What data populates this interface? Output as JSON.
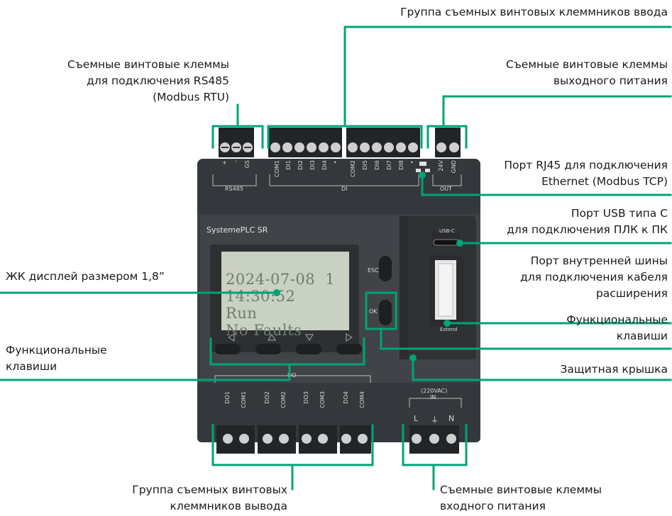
{
  "annotations": {
    "input_group": "Группа съемных винтовых клеммников ввода",
    "rs485": [
      "Съемные винтовые клеммы",
      "для подключения RS485",
      "(Modbus RTU)"
    ],
    "output_power": [
      "Съемные винтовые клеммы",
      "выходного питания"
    ],
    "rj45": [
      "Порт RJ45 для подключения",
      "Ethernet (Modbus TCP)"
    ],
    "usb": [
      "Порт USB типа C",
      "для подключения ПЛК к ПК"
    ],
    "bus": [
      "Порт внутренней шины",
      "для подключения кабеля",
      "расширения"
    ],
    "func_right": [
      "Функциональные",
      "клавиши"
    ],
    "lcd": "ЖК дисплей размером 1,8”",
    "func_left": [
      "Функциональные",
      "клавиши"
    ],
    "cover": "Защитная крышка",
    "output_group": [
      "Группа съемных винтовых",
      "клеммников вывода"
    ],
    "input_power": [
      "Съемные винтовые клеммы",
      "входного питания"
    ]
  },
  "device": {
    "brand": "SystemePLC SR",
    "lcd_lines": [
      "2024-07-08  1",
      "14:30:52",
      "Run",
      "No Faults"
    ],
    "key_esc": "ESC",
    "key_ok": "OK",
    "rs485_label": "RS485",
    "rs485_terms": [
      "+",
      "-",
      "GS"
    ],
    "di_label": "DI",
    "di_terms_left": [
      "COM1",
      "DI1",
      "DI2",
      "DI3",
      "DI4",
      "•"
    ],
    "di_terms_right": [
      "COM2",
      "DI5",
      "DI6",
      "DI7",
      "DI8",
      "•"
    ],
    "out_label": "OUT",
    "out_terms": [
      "24V",
      "GND"
    ],
    "usb_label": "USB-C",
    "extend_label": "Extend",
    "do_label": "DO",
    "do_terms": [
      "DO1",
      "COM1",
      "DO2",
      "COM2",
      "DO3",
      "COM3",
      "DO4",
      "COM4"
    ],
    "in_label": [
      "(220VAC)",
      "IN"
    ],
    "in_terms": [
      "L",
      "⏚",
      "N"
    ]
  },
  "colors": {
    "accent": "#00a477",
    "body": "#3b3e42",
    "body_dark": "#2d3033",
    "terminal": "#1f2224",
    "lcd": "#c9d1c2"
  }
}
